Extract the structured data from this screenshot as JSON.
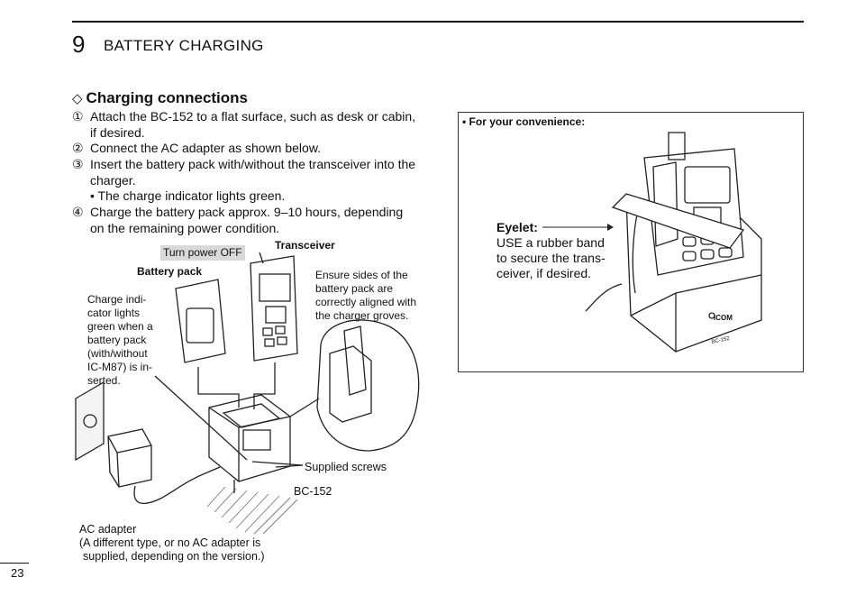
{
  "header": {
    "chapter_number": "9",
    "chapter_title": "BATTERY CHARGING"
  },
  "section": {
    "icon": "diamond-outline",
    "title": "Charging connections"
  },
  "steps": [
    {
      "num": "①",
      "line1": "Attach the BC-152 to a flat surface, such as desk or cabin,",
      "line2": "if desired."
    },
    {
      "num": "②",
      "line1": "Connect the AC adapter as shown below."
    },
    {
      "num": "③",
      "line1": "Insert the battery pack with/without the transceiver into the",
      "line2": "charger."
    },
    {
      "sub": "• The charge indicator lights green."
    },
    {
      "num": "④",
      "line1": "Charge the battery pack approx. 9–10 hours, depending",
      "line2": "on the remaining power condition."
    }
  ],
  "diagram_labels": {
    "turn_power_off": "Turn power OFF",
    "transceiver": "Transceiver",
    "battery_pack": "Battery pack",
    "charge_indicator": [
      "Charge indi-",
      "cator lights",
      "green when a",
      "battery pack",
      "(with/without",
      "IC-M87) is in-",
      "serted."
    ],
    "ensure_sides": [
      "Ensure sides of the",
      "battery pack are",
      "correctly aligned with",
      "the charger groves."
    ],
    "supplied_screws": "Supplied screws",
    "bc152": "BC-152",
    "ac_adapter": [
      "AC adapter",
      "(A different type, or no AC adapter is",
      "supplied, depending on the version.)"
    ]
  },
  "convenience": {
    "heading": "• For your convenience:",
    "eyelet_label": "Eyelet:",
    "eyelet_text": [
      "USE a rubber band",
      "to secure the trans-",
      "ceiver, if desired."
    ],
    "device_brand": "ICOM",
    "device_model": "BC-152"
  },
  "footer": {
    "page_number": "23"
  }
}
